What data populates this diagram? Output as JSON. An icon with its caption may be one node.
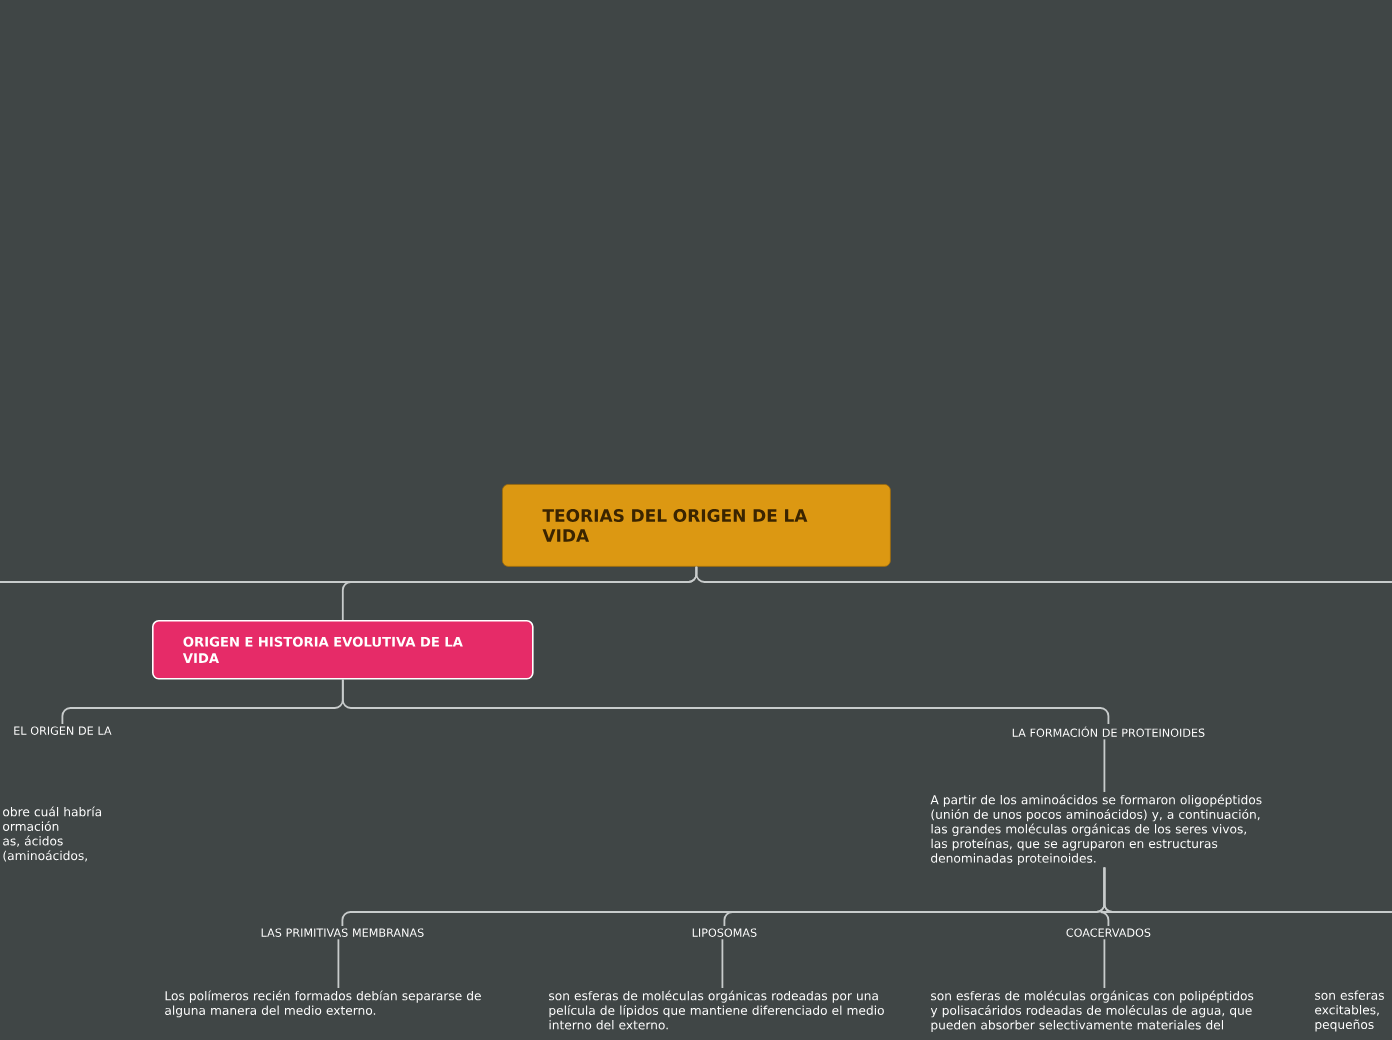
{
  "diagram": {
    "nodes": [
      {
        "text": [
          "TEORIAS DEL ORIGEN DE LA VIDA"
        ]
      },
      {
        "text": [
          "ORIGEN E HISTORIA EVOLUTIVA DE LA VIDA"
        ]
      },
      {
        "text": [
          "EL ORIGEN DE LA"
        ]
      },
      {
        "text": [
          "obre cuál habría ormación as, ácidos (aminoácidos,"
        ]
      },
      {
        "text": [
          "LA FORMACIÓN DE PROTEINOIDES"
        ]
      },
      {
        "text": [
          "A partir de los aminoácidos se formaron oligopéptidos (unión de unos pocos aminoácidos) y, a continuación, las grandes moléculas orgánicas de los seres vivos, las proteínas, que se agruparon en estructuras denominadas proteinoides."
        ]
      },
      {
        "text": [
          "LAS PRIMITIVAS MEMBRANAS"
        ]
      },
      {
        "text": [
          "Los polímeros recién formados debían separarse de alguna manera del medio externo."
        ]
      },
      {
        "text": [
          "LIPOSOMAS"
        ]
      },
      {
        "text": [
          "son esferas de moléculas orgánicas rodeadas por una película de lípidos que mantiene diferenciado el medio interno del externo."
        ]
      },
      {
        "text": [
          "COACERVADOS"
        ]
      },
      {
        "text": [
          "son esferas de moléculas orgánicas con polipéptidos y polisacáridos rodeadas de moléculas de agua, que pueden absorber selectivamente materiales del"
        ]
      },
      {
        "text": [
          "son esferas excitables, pequeños"
        ]
      }
    ],
    "edges": [
      {
        "from": 0,
        "to": 1,
        "arrow": "none"
      },
      {
        "from": 0,
        "to": null,
        "arrow": "none"
      },
      {
        "from": 0,
        "to": null,
        "arrow": "none"
      },
      {
        "from": 1,
        "to": 2,
        "arrow": "none"
      },
      {
        "from": 1,
        "to": 4,
        "arrow": "none"
      },
      {
        "from": 4,
        "to": 5,
        "arrow": "none"
      },
      {
        "from": 5,
        "to": 6,
        "arrow": "none"
      },
      {
        "from": 5,
        "to": 8,
        "arrow": "none"
      },
      {
        "from": 5,
        "to": 10,
        "arrow": "none"
      },
      {
        "from": 5,
        "to": null,
        "arrow": "none"
      },
      {
        "from": 6,
        "to": 7,
        "arrow": "none"
      },
      {
        "from": 8,
        "to": 9,
        "arrow": "none"
      },
      {
        "from": 10,
        "to": 11,
        "arrow": "none"
      }
    ]
  }
}
